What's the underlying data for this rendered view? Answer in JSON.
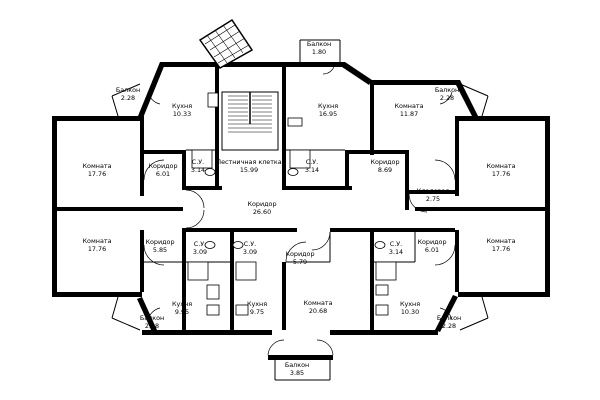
{
  "rooms": [
    {
      "id": "balcony-top",
      "name": "Балкон",
      "area": "1.80"
    },
    {
      "id": "balcony-nw",
      "name": "Балкон",
      "area": "2.28"
    },
    {
      "id": "balcony-ne",
      "name": "Балкон",
      "area": "2.28"
    },
    {
      "id": "kitchen-nw",
      "name": "Кухня",
      "area": "10.33"
    },
    {
      "id": "kitchen-n",
      "name": "Кухня",
      "area": "16.95"
    },
    {
      "id": "room-ne-small",
      "name": "Комната",
      "area": "11.87"
    },
    {
      "id": "room-w-top",
      "name": "Комната",
      "area": "17.76"
    },
    {
      "id": "corridor-nw",
      "name": "Коридор",
      "area": "6.01"
    },
    {
      "id": "bath-nw",
      "name": "С.У.",
      "area": "3.14"
    },
    {
      "id": "stair-cell",
      "name": "Лестничная клетка",
      "area": "15.99"
    },
    {
      "id": "bath-n",
      "name": "С.У.",
      "area": "3.14"
    },
    {
      "id": "corridor-ne",
      "name": "Коридор",
      "area": "8.69"
    },
    {
      "id": "room-e-top",
      "name": "Комната",
      "area": "17.76"
    },
    {
      "id": "storage",
      "name": "Кладовая",
      "area": "2.75"
    },
    {
      "id": "corridor-main",
      "name": "Коридор",
      "area": "26.60"
    },
    {
      "id": "room-w-bottom",
      "name": "Комната",
      "area": "17.76"
    },
    {
      "id": "corridor-sw",
      "name": "Коридор",
      "area": "5.85"
    },
    {
      "id": "bath-s1",
      "name": "С.У.",
      "area": "3.09"
    },
    {
      "id": "bath-s2",
      "name": "С.У.",
      "area": "3.09"
    },
    {
      "id": "corridor-s",
      "name": "Коридор",
      "area": "5.79"
    },
    {
      "id": "bath-se",
      "name": "С.У.",
      "area": "3.14"
    },
    {
      "id": "corridor-se",
      "name": "Коридор",
      "area": "6.01"
    },
    {
      "id": "room-e-bottom",
      "name": "Комната",
      "area": "17.76"
    },
    {
      "id": "kitchen-sw1",
      "name": "Кухня",
      "area": "9.95"
    },
    {
      "id": "kitchen-sw2",
      "name": "Кухня",
      "area": "9.75"
    },
    {
      "id": "room-s",
      "name": "Комната",
      "area": "20.68"
    },
    {
      "id": "kitchen-se",
      "name": "Кухня",
      "area": "10.30"
    },
    {
      "id": "balcony-sw",
      "name": "Балкон",
      "area": "2.28"
    },
    {
      "id": "balcony-se",
      "name": "Балкон",
      "area": "2.28"
    },
    {
      "id": "balcony-bottom",
      "name": "Балкон",
      "area": "3.85"
    }
  ]
}
